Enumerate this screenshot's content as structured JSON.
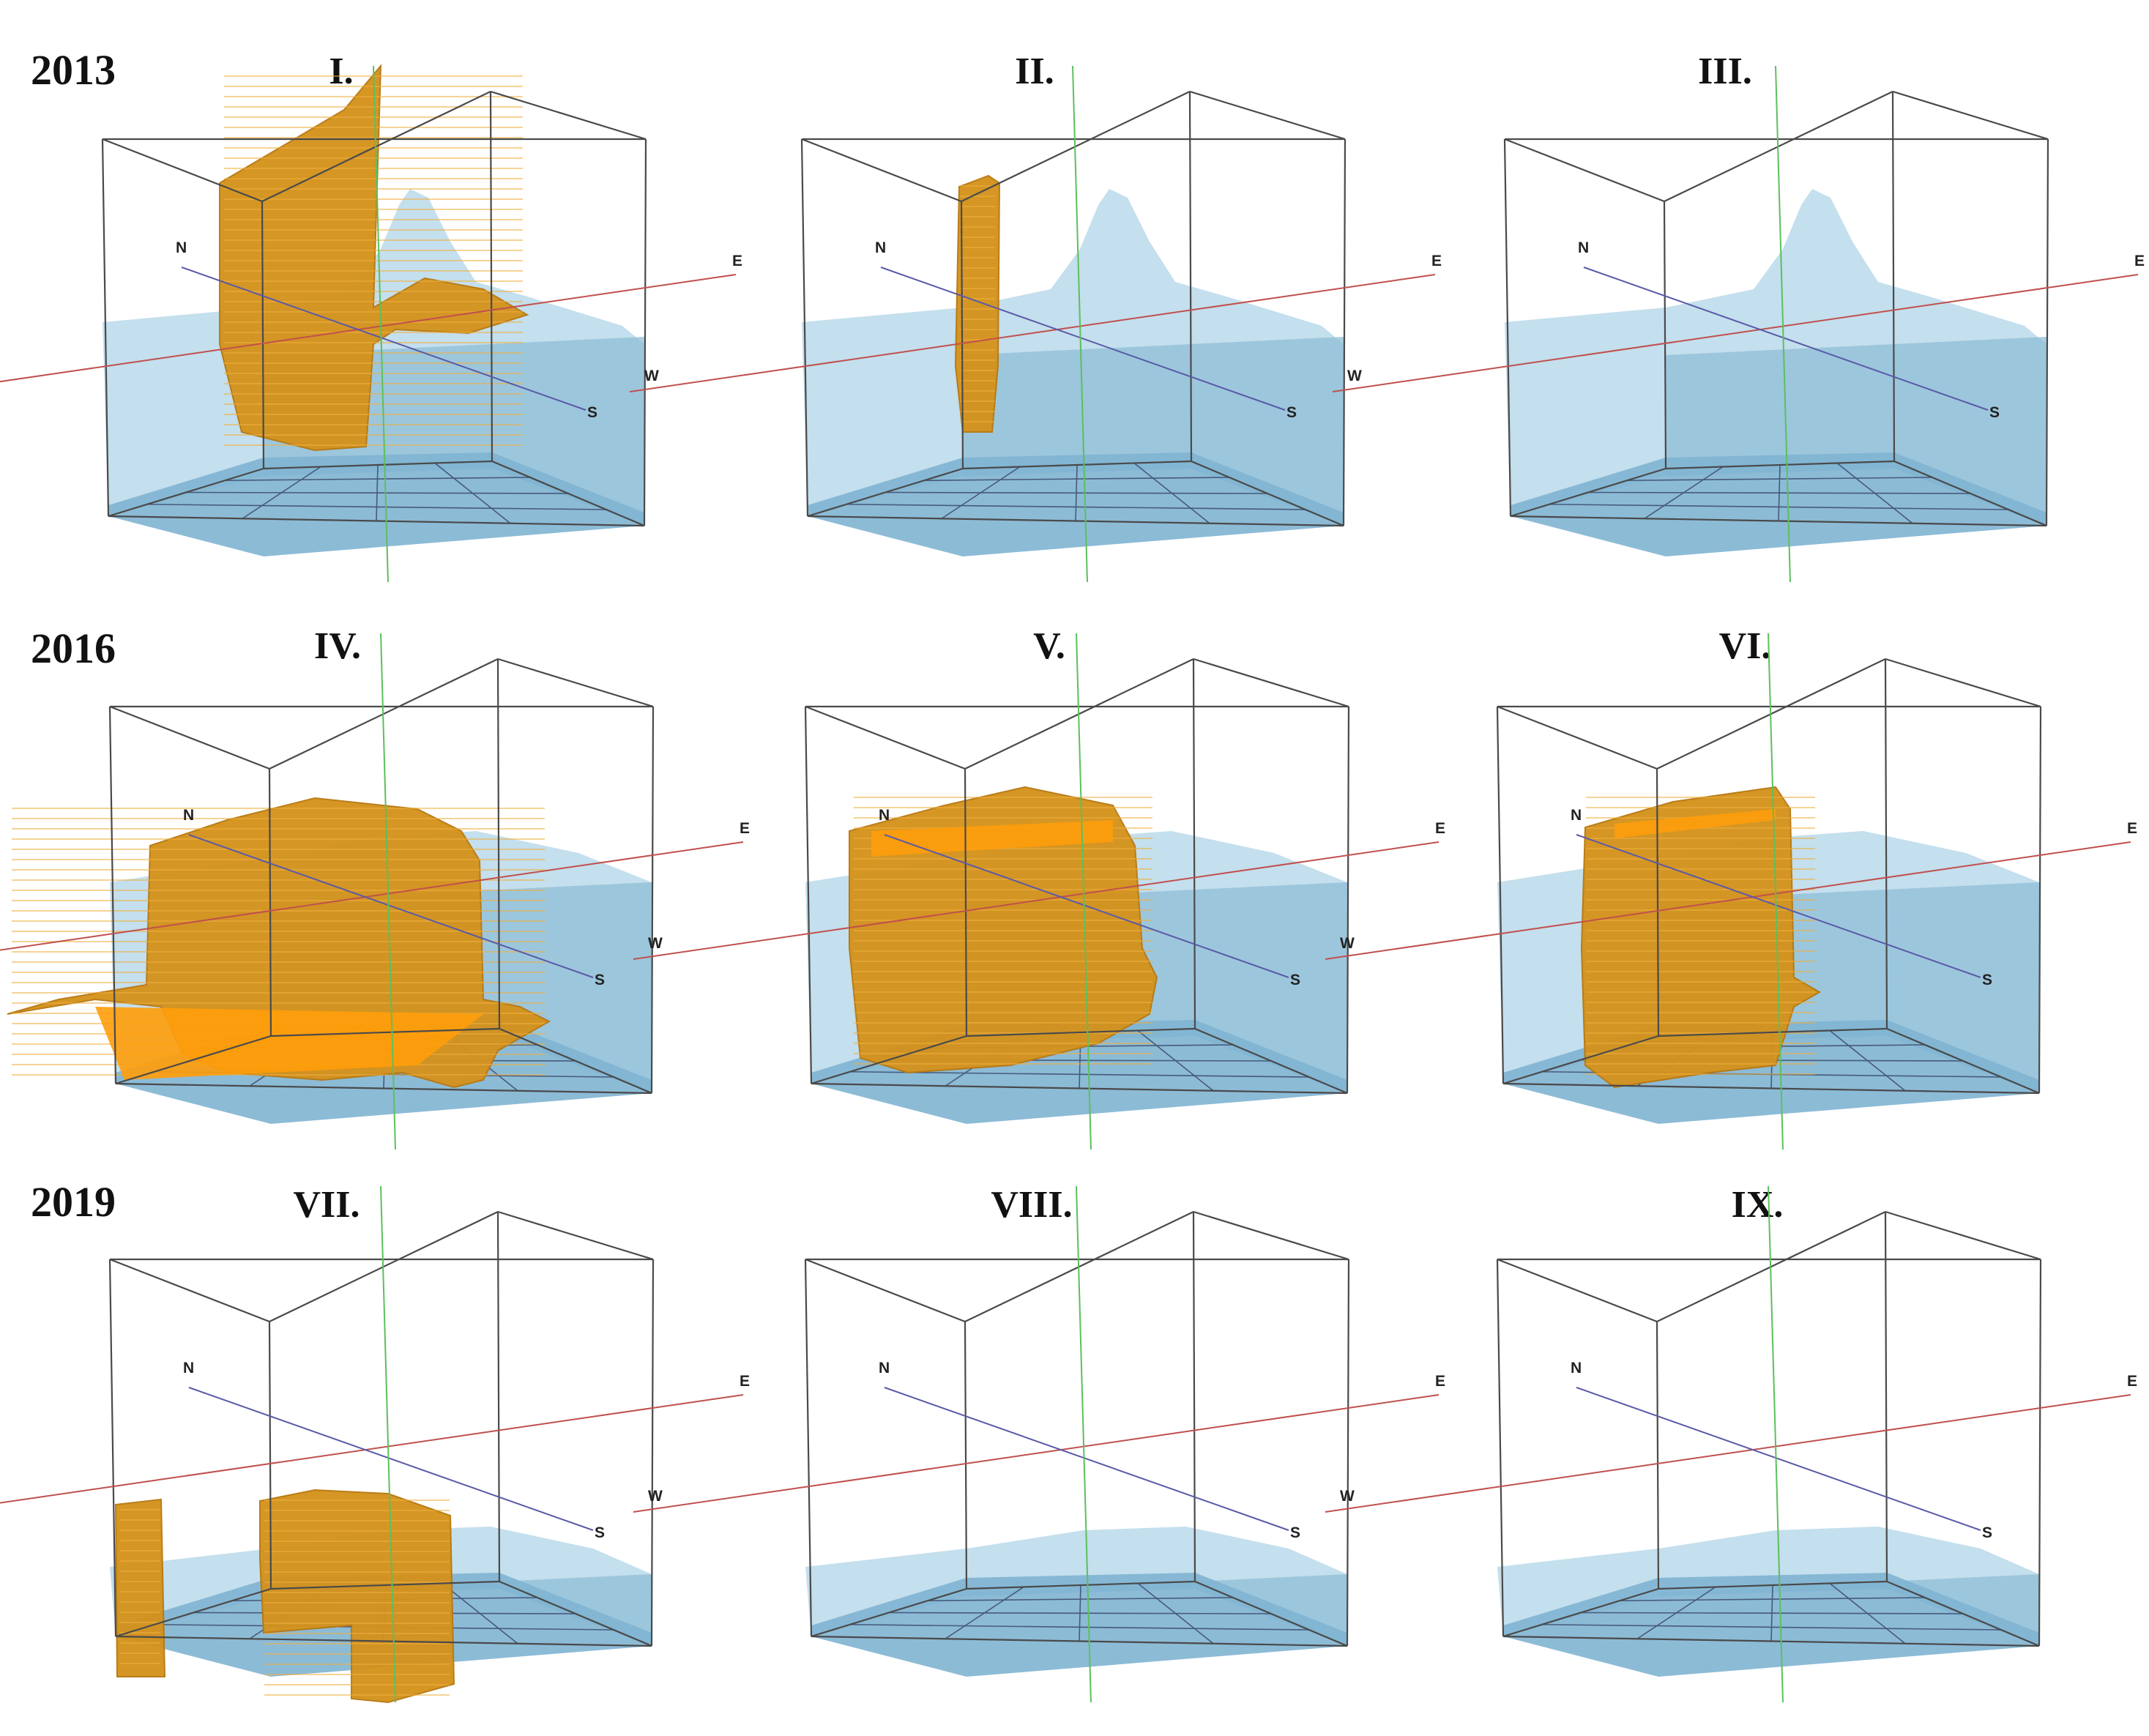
{
  "colors": {
    "box_edge": "#4a4a4a",
    "we_axis": "#c0504d",
    "ns_axis": "#5a5aa8",
    "vertical_axis": "#5cc05c",
    "water_light": "#bfdcec",
    "water_dark": "#8fbdd6",
    "grid": "#475a7a",
    "plume_body": "#d4921c",
    "plume_highlight": "#ff9d0a"
  },
  "axis_labels": {
    "north": "N",
    "south": "S",
    "east": "E",
    "west": "W"
  },
  "years": [
    {
      "label": "2013",
      "panels": [
        {
          "label": "I.",
          "water_type": "peak",
          "plume_shape": "spread"
        },
        {
          "label": "II.",
          "water_type": "peak",
          "plume_shape": "thin"
        },
        {
          "label": "III.",
          "water_type": "peak",
          "plume_shape": "none"
        }
      ]
    },
    {
      "label": "2016",
      "panels": [
        {
          "label": "IV.",
          "water_type": "high",
          "plume_shape": "huge"
        },
        {
          "label": "V.",
          "water_type": "high",
          "plume_shape": "large"
        },
        {
          "label": "VI.",
          "water_type": "high",
          "plume_shape": "medium"
        }
      ]
    },
    {
      "label": "2019",
      "panels": [
        {
          "label": "VII.",
          "water_type": "low",
          "plume_shape": "split"
        },
        {
          "label": "VIII.",
          "water_type": "low",
          "plume_shape": "none"
        },
        {
          "label": "IX.",
          "water_type": "low",
          "plume_shape": "none"
        }
      ]
    }
  ]
}
